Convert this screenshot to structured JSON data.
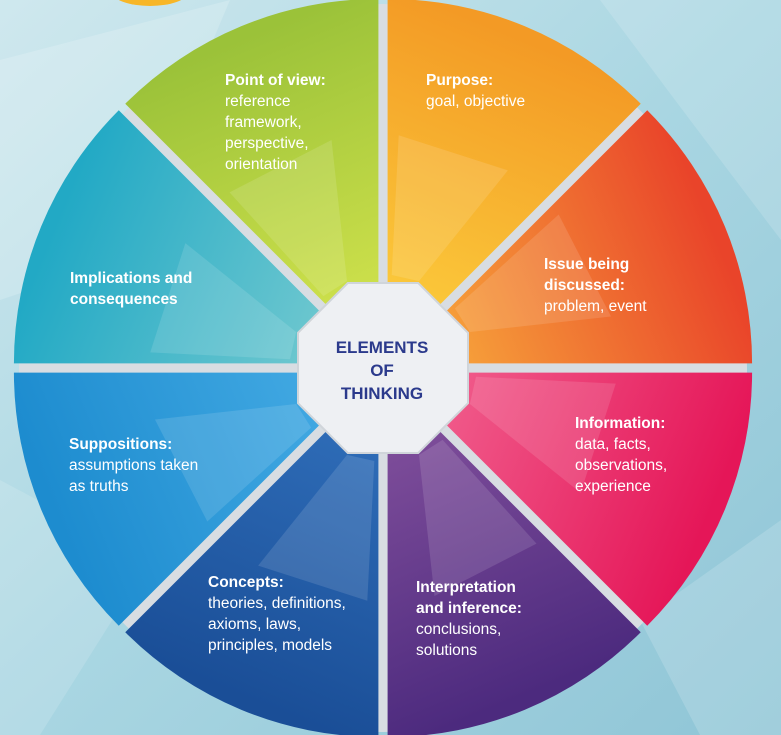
{
  "center": {
    "line1": "ELEMENTS",
    "line2": "OF",
    "line3": "THINKING"
  },
  "segments": [
    {
      "key": "purpose",
      "title": "Purpose:",
      "desc": "goal, objective",
      "color_start": "#f39a25",
      "color_end": "#fbc83a"
    },
    {
      "key": "issue",
      "title": "Issue being\ndiscussed:",
      "desc": "problem, event",
      "color_start": "#e9442a",
      "color_end": "#f6a03a"
    },
    {
      "key": "information",
      "title": "Information:",
      "desc": "data, facts,\nobservations,\nexperience",
      "color_start": "#e51658",
      "color_end": "#f05a8a"
    },
    {
      "key": "interpretation",
      "title": "Interpretation\nand inference:",
      "desc": "conclusions,\nsolutions",
      "color_start": "#4c2a7e",
      "color_end": "#7e4d9a"
    },
    {
      "key": "concepts",
      "title": "Concepts:",
      "desc": "theories, definitions,\naxioms, laws,\nprinciples, models",
      "color_start": "#1a4e97",
      "color_end": "#2e6cb7"
    },
    {
      "key": "suppositions",
      "title": "Suppositions:",
      "desc": "assumptions taken\nas truths",
      "color_start": "#1d8ccf",
      "color_end": "#41a8e2"
    },
    {
      "key": "implications",
      "title": "Implications and\nconsequences",
      "desc": "",
      "color_start": "#22a9c5",
      "color_end": "#6dc7cf"
    },
    {
      "key": "point_of_view",
      "title": "Point of view:",
      "desc": "reference\nframework,\nperspective,\norientation",
      "color_start": "#9bc239",
      "color_end": "#cde04b"
    }
  ],
  "colors": {
    "background": "#b9dde6",
    "center_fill": "#eef0f3",
    "center_text": "#2b3a8c",
    "separator": "#d8dde2"
  }
}
